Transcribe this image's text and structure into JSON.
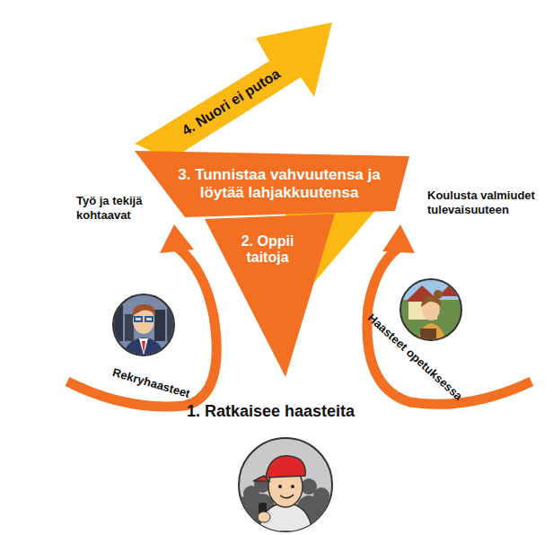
{
  "diagram": {
    "nodes": [
      {
        "text": [
          "1. Ratkaisee haasteita"
        ]
      },
      {
        "text": [
          "2. Oppii taitoja"
        ]
      },
      {
        "text": [
          "3. Tunnistaa vahvuutensa ja löytää lahjakkuutensa"
        ]
      },
      {
        "text": [
          "4. Nuori ei putoa"
        ]
      }
    ],
    "labels": [
      "Työ ja tekijä kohtaavat",
      "Koulusta valmiudet tulevaisuuteen",
      "Rekryhaasteet",
      "Haasteet opetuksessa"
    ]
  }
}
